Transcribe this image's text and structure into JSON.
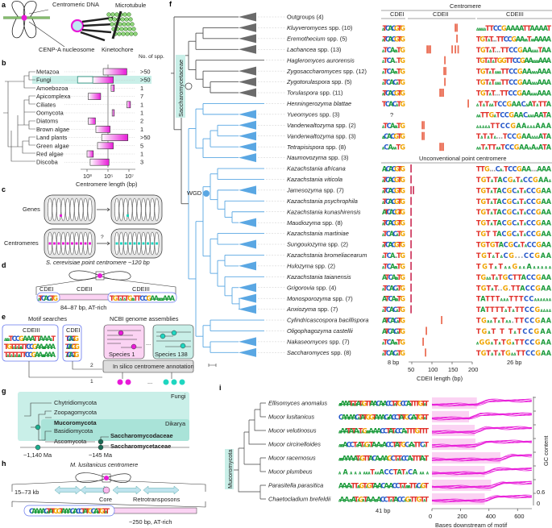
{
  "panel_labels": {
    "a": "a",
    "b": "b",
    "c": "c",
    "d": "d",
    "e": "e",
    "f": "f",
    "g": "g",
    "h": "h",
    "i": "i"
  },
  "colors": {
    "magenta": "#e81ad8",
    "teal": "#1fd6c0",
    "teal_bg": "#c9efe8",
    "tree_gray": "#555555",
    "tree_blue": "#5aa7e3",
    "cdeii_bar": "#e8563a",
    "pink_region": "#fbd3f3"
  },
  "a": {
    "centromeric_dna": "Centromeric DNA",
    "microtubule": "Microtubule",
    "cenpa": "CENP-A nucleosome",
    "kinetochore": "Kinetochore"
  },
  "c": {
    "genes": "Genes",
    "centromeres": "Centromeres",
    "question": "?"
  },
  "d": {
    "title": "S. cerevisiae point centromere ~120 bp",
    "cdei": "CDEI",
    "cdeii": "CDEII",
    "cdeiii": "CDEIII",
    "cdei_logo": "aTCACaTG",
    "cdeiii_logo": "TGTaTaTGaaTTCCGAAaaaaaAAA",
    "note": "84–87 bp, AT-rich"
  },
  "e": {
    "motif_searches": "Motif searches",
    "ncbi": "NCBI genome assemblies",
    "cdeiii": "CDEIII",
    "cdei": "CDEI",
    "cdeiii_logos": [
      "aaaaTCCGAAATTAAAaT",
      "TGTaTaTaaTTCCGAAaaaAAA",
      "TaTaTaTaaTTCCGAAaaaAAA"
    ],
    "cdei_logos": [
      "TCACaTG",
      "aTCACGTG",
      "aTCACaTG"
    ],
    "species_1": "Species 1",
    "species_138": "Species 138",
    "ellipsis": "...",
    "annotation": "In silico centromere annotation",
    "step1": "1",
    "step2": "2"
  },
  "g": {
    "fungi": "Fungi",
    "dikarya": "Dikarya",
    "taxa": [
      "Chytridiomycota",
      "Zoopagomycota",
      "Mucoromycota",
      "Basidiomycota",
      "Ascomycota",
      "Saccharomycodaceae",
      "Saccharomycetaceae"
    ],
    "time1": "~1,140 Ma",
    "time2": "~145 Ma"
  },
  "h": {
    "title": "M. lusitanicus centromere",
    "span": "15–73 kb",
    "core": "Core",
    "retro": "Retrotransposons",
    "logo": "CAAaAACaTATGGTAAACaACCTATGCaAaTGTaT",
    "note": "~250 bp, AT-rich"
  },
  "f": {
    "family_label": "Saccharomycetaceae",
    "wgd": "WGD",
    "centromere": "Centromere",
    "col_cdei": "CDEI",
    "col_cdeii": "CDEII",
    "col_cdeiii": "CDEIII",
    "unconventional": "Unconventional point centromere",
    "cdei_width": "8 bp",
    "cdeiii_width": "26 bp",
    "cdeii_axis_label": "CDEII length (bp)",
    "cdeii_ticks": [
      "50",
      "100",
      "150",
      "200"
    ],
    "unknown_mark": "?",
    "rows": [
      {
        "italic": "",
        "plain": "Outgroups (4)",
        "clade": true,
        "group": "gray",
        "cdei": "",
        "cdeiii": "",
        "cdeii": []
      },
      {
        "italic": "Kluyveromyces",
        "plain": " spp. (10)",
        "clade": true,
        "group": "gray",
        "cdei": "aTCACGTG",
        "cdeiii": "aaaaaTTCCGAAAATTAAAAT",
        "cdeii": [
          158,
          162
        ]
      },
      {
        "italic": "Eremothecium",
        "plain": " spp. (5)",
        "clade": true,
        "group": "gray",
        "cdei": "aTCACGTG",
        "cdeiii": "TGTaT...TTCCGAAaaTaaAAAA",
        "cdeii": [
          162
        ]
      },
      {
        "italic": "Lachancea",
        "plain": " spp. (13)",
        "clade": true,
        "group": "gray",
        "cdei": "aTCAaaTG",
        "cdeiii": "TGTaT...TTCCGAAaaaTAA",
        "cdeii": [
          88,
          92,
          96,
          150,
          158,
          165
        ]
      },
      {
        "italic": "Hagleromyces aurorensis",
        "plain": "",
        "clade": false,
        "group": "gray",
        "cdei": "aTCA..TG",
        "cdeiii": "TGTaTaTGGTTCCGAAaaaaAAA",
        "cdeii": [
          132
        ]
      },
      {
        "italic": "Zygosaccharomyces",
        "plain": " spp. (12)",
        "clade": true,
        "group": "gray",
        "cdei": "aTCAaaTG",
        "cdeiii": "TGTaTaaaTTCCGAAaaaAAA",
        "cdeii": [
          130,
          134
        ]
      },
      {
        "italic": "Zygotorulaspora",
        "plain": " spp. (5)",
        "clade": true,
        "group": "gray",
        "cdei": "aTCACaTG",
        "cdeiii": "TGTaTaaaTTCCGAAaaaAAA",
        "cdeii": [
          132
        ]
      },
      {
        "italic": "Torulaspora",
        "plain": " spp. (11)",
        "clade": true,
        "group": "gray",
        "cdei": "aTCACGTG",
        "cdeiii": "TGTaT...TTCCGAAaaaAAA",
        "cdeii": [
          120,
          124,
          128
        ]
      },
      {
        "italic": "Henningerozyma blattae",
        "plain": "",
        "clade": false,
        "group": "blue",
        "cdei": "TCACaTG",
        "cdeiii": "aTaTaaTCCGAACaATaTTA",
        "cdeii": [
          190
        ]
      },
      {
        "italic": "Yueomyces",
        "plain": " spp. (3)",
        "clade": true,
        "group": "blue",
        "cdei": "?",
        "cdeiii": "aaTTGaTCCGAACaaaAATA",
        "cdeii": []
      },
      {
        "italic": "Vanderwaltozyma",
        "plain": " spp. (2)",
        "clade": true,
        "group": "blue",
        "cdei": "aTCAaaTG",
        "cdeiii": "aaaaaTTCCGAAaaaAAA",
        "cdeii": [
          76,
          80
        ]
      },
      {
        "italic": "Vanderwaltozyma",
        "plain": " spp. (3)",
        "clade": true,
        "group": "blue",
        "cdei": "aaCACGTG",
        "cdeiii": "TaTaTa...TCCGAAaaaATA",
        "cdeii": [
          76,
          80
        ]
      },
      {
        "italic": "Tetrapisispora",
        "plain": " spp. (8)",
        "clade": true,
        "group": "blue",
        "cdei": "aCAaaTG",
        "cdeiii": "aaTaTTaaTCCGAAaAaATA",
        "cdeii": [
          120,
          124,
          128
        ]
      },
      {
        "italic": "Naumovozyma",
        "plain": " spp. (3)",
        "clade": true,
        "group": "blue",
        "cdei": "",
        "cdeiii": "",
        "cdeii": []
      },
      {
        "italic": "Kazachstania africana",
        "plain": "",
        "clade": false,
        "group": "blue",
        "cdei": "AaCACGTG",
        "cdeiii": "TTG...Ca.TCCGAA...AAA",
        "cdeii": [
          48
        ]
      },
      {
        "italic": "Kazachstania viticola",
        "plain": "",
        "clade": false,
        "group": "blue",
        "cdei": "aTCACGTG",
        "cdeiii": "TGTaTACGaTaCCGAAa",
        "cdeii": [
          48
        ]
      },
      {
        "italic": "Jamesozyma",
        "plain": " spp. (7)",
        "clade": true,
        "group": "blue",
        "cdei": "aTCACGTG",
        "cdeiii": "TGTaTACGCaTaCCGAA",
        "cdeii": [
          48,
          54
        ]
      },
      {
        "italic": "Kazachstania psychrophila",
        "plain": "",
        "clade": false,
        "group": "blue",
        "cdei": "aTCACGTG",
        "cdeiii": "TGTaTACGCaTaCCGAA",
        "cdeii": [
          48
        ]
      },
      {
        "italic": "Kazachstania kunashirensis",
        "plain": "",
        "clade": false,
        "group": "blue",
        "cdei": "ATCACGTG",
        "cdeiii": "TGTaTACGCaTaCCGAA",
        "cdeii": [
          48
        ]
      },
      {
        "italic": "Maudiozyma",
        "plain": " spp. (8)",
        "clade": true,
        "group": "blue",
        "cdei": "aTCACGTG",
        "cdeiii": "TGTaTACGCaTaCCGAA",
        "cdeii": [
          48
        ]
      },
      {
        "italic": "Kazachstania martiniae",
        "plain": "",
        "clade": false,
        "group": "blue",
        "cdei": "aTCACaTG",
        "cdeiii": "TGT TACGCaTaCCGAA",
        "cdeii": [
          48
        ]
      },
      {
        "italic": "Sungouiozyma",
        "plain": " spp. (2)",
        "clade": true,
        "group": "blue",
        "cdei": "aTCACGTG",
        "cdeiii": "TGTGTACGCaTaCCGAA",
        "cdeii": [
          48
        ]
      },
      {
        "italic": "Kazachstania bromeliacearum",
        "plain": "",
        "clade": false,
        "group": "blue",
        "cdei": "aTCA..TG",
        "cdeiii": "TGTaTaCG...CCGAA",
        "cdeii": [
          48
        ]
      },
      {
        "italic": "Hulozyma",
        "plain": " spp. (2)",
        "clade": true,
        "group": "blue",
        "cdei": "aTCAaaTG",
        "cdeiii": "TGTaTaaGaaAaaaaa",
        "cdeii": [
          48
        ]
      },
      {
        "italic": "Kazachstania taianensis",
        "plain": "",
        "clade": false,
        "group": "blue",
        "cdei": "ATCAaaTG",
        "cdeiii": "TGaaTaTGCTTACCGAA",
        "cdeii": [
          48
        ]
      },
      {
        "italic": "Grigorovia",
        "plain": " spp. (4)",
        "clade": true,
        "group": "blue",
        "cdei": "aTCACaTG",
        "cdeiii": "TGTaT..G.TTACCGAA",
        "cdeii": [
          48
        ]
      },
      {
        "italic": "Monosporozyma",
        "plain": " spp. (7)",
        "clade": true,
        "group": "blue",
        "cdei": "ATCAaaTG",
        "cdeiii": "TATTTaaaTTTCCaaaaaa",
        "cdeii": [
          48
        ]
      },
      {
        "italic": "Anxiozyma",
        "plain": " spp. (7)",
        "clade": true,
        "group": "blue",
        "cdei": "aTCACaTG",
        "cdeiii": "TATTTTaTaTTCCGaaaa",
        "cdeii": [
          48
        ]
      },
      {
        "italic": "Cylindricascospora bacillispora",
        "plain": "",
        "clade": false,
        "group": "blue",
        "cdei": "ATCACaTG",
        "cdeiii": "TGaaTaTaa.TTCCGAA",
        "cdeii": [
          124
        ]
      },
      {
        "italic": "Oligophagozyma castellii",
        "plain": "",
        "clade": false,
        "group": "blue",
        "cdei": "ATCACaTG",
        "cdeiii": "TGaT T TaTCCGAA",
        "cdeii": [
          86
        ]
      },
      {
        "italic": "Nakaseomyces",
        "plain": " spp. (7)",
        "clade": true,
        "group": "blue",
        "cdei": "aTCAaaTG",
        "cdeiii": "aGGaTaTGaTTCCGAA",
        "cdeii": [
          78
        ]
      },
      {
        "italic": "Saccharomyces",
        "plain": " spp. (8)",
        "clade": true,
        "group": "blue",
        "cdei": "aTCACaTG",
        "cdeiii": "TGTaTaTGaaTTCCGAA",
        "cdeii": [
          84
        ]
      }
    ]
  },
  "i": {
    "clade_label": "Mucoromycota",
    "logo_width": "41 bp",
    "ylabel": "GC content",
    "y_ticks": [
      "0.6",
      "0"
    ],
    "xlabel": "Bases downstream of motif",
    "x_ticks": [
      "0",
      "200",
      "400",
      "600"
    ],
    "rows": [
      {
        "name": "Ellisomyces anomalus",
        "logo": "aaaAAATaaTaATaGTTAACAaACCTaTGCCAaTTTGTaT",
        "region_end_bp": 315
      },
      {
        "name": "Mucor lusitanicus",
        "logo": "CAAaAACaTATGGTAAACaaACCTATGCaAaTGTaT",
        "region_end_bp": 260
      },
      {
        "name": "Mucor velutinosus",
        "logo": "aaAATATAaTaGaaaAaAACCTATaCCAaTTTGTTT",
        "region_end_bp": 300
      },
      {
        "name": "Mucor circinelloides",
        "logo": "aaaaACCTaATaGaTAaAaaACCTATGCaAaTTCaT",
        "region_end_bp": 305
      },
      {
        "name": "Mucor racemosus",
        "logo": "aaaaAAAaATaGTTACAaaAAGCTaTaCCAaTTTAaT",
        "region_end_bp": 480
      },
      {
        "name": "Mucor plumbeus",
        "logo": "a A a a a aaaTaaACCTATaCA aa a",
        "region_end_bp": 370
      },
      {
        "name": "Parasitella parasitica",
        "logo": "AAaAaTTaaGTaGTAaACAaACCTaTaaaaTTaCaGT",
        "region_end_bp": 415
      },
      {
        "name": "Chaetocladium brefeldii",
        "logo": "aAaA aaATaGaTAaAaaACCTaTACCaGaTTGTaT",
        "region_end_bp": 370
      }
    ]
  },
  "chart_data": [
    {
      "type": "bar",
      "panel": "b",
      "xlabel": "Centromere length (bp)",
      "x_scale": "log",
      "xlim": [
        100,
        50000000
      ],
      "x_ticks": [
        "10³",
        "10⁵",
        "10⁷"
      ],
      "count_header": "No. of spp.",
      "categories": [
        "Metazoa",
        "Fungi",
        "Amoebozoa",
        "Apicomplexa",
        "Ciliates",
        "Oomycota",
        "Diatoms",
        "Brown algae",
        "Land plants",
        "Green algae",
        "Red algae",
        "Discoba"
      ],
      "counts": [
        ">50",
        ">50",
        "1",
        "7",
        "1",
        "1",
        "2",
        "1",
        ">50",
        "5",
        "1",
        "3"
      ],
      "ranges_bp": [
        [
          35000,
          6300000
        ],
        [
          3500,
          320000
        ],
        [
          200000,
          400000
        ],
        [
          1300,
          20000
        ],
        [
          6300000,
          14000000
        ],
        [
          250000,
          400000
        ],
        [
          1300,
          6300
        ],
        [
          7000,
          160000
        ],
        [
          25000,
          8000000
        ],
        [
          10000,
          320000
        ],
        [
          1000,
          4000
        ],
        [
          2000,
          125000
        ]
      ],
      "fungi_extra_range_bp": [
        125,
        3500
      ],
      "highlight": "Fungi"
    },
    {
      "type": "bar",
      "panel": "f",
      "xlabel": "CDEII length (bp)",
      "xlim": [
        40,
        210
      ],
      "x_ticks": [
        50,
        100,
        150,
        200
      ]
    }
  ]
}
